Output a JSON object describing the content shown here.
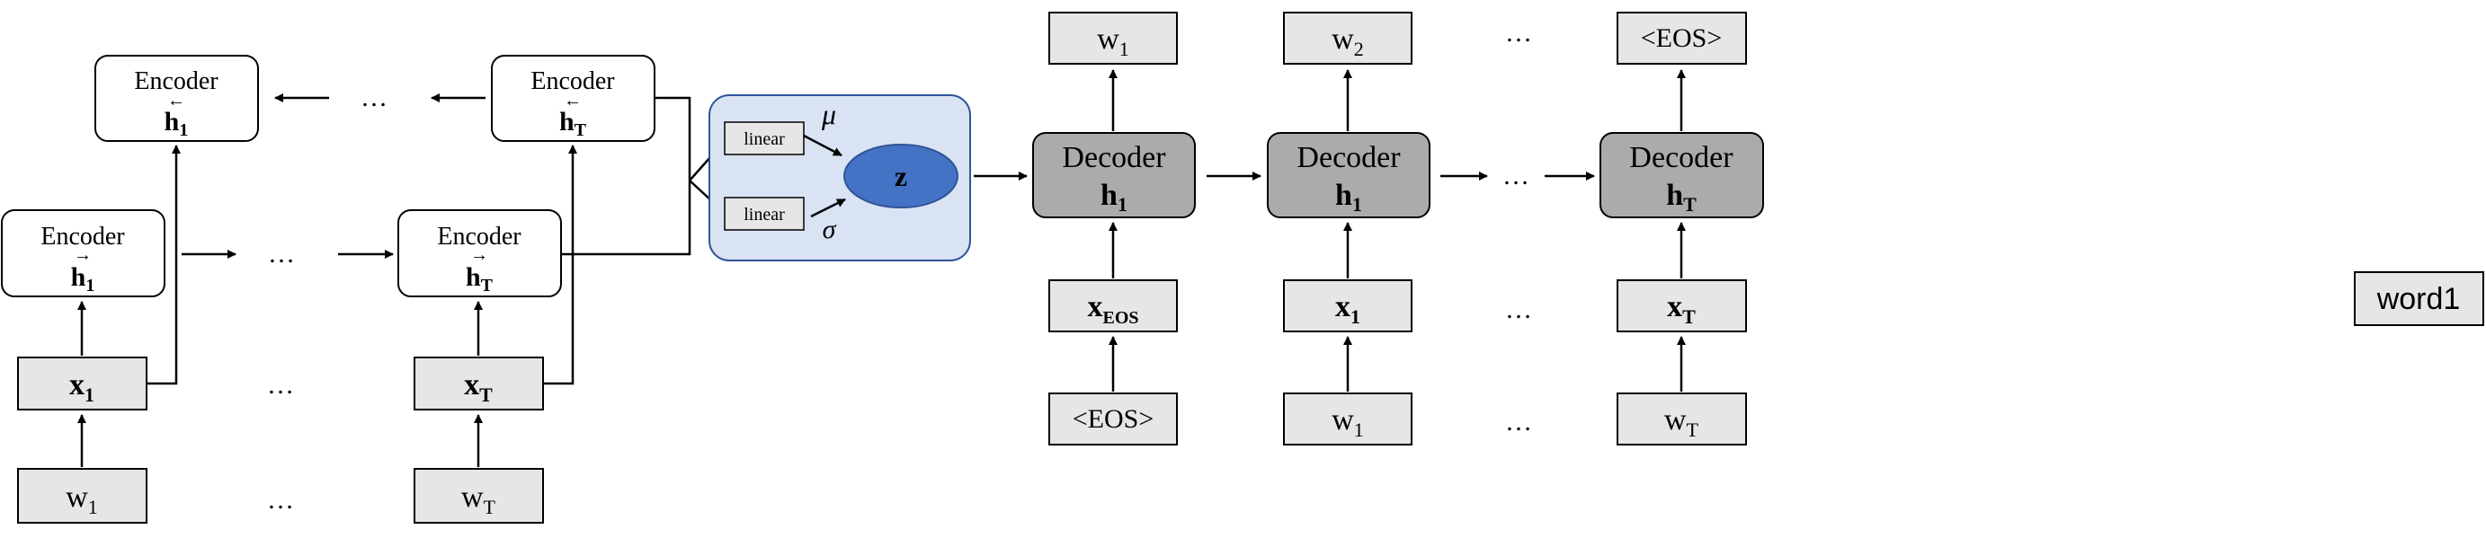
{
  "input_words": [
    {
      "base": "w",
      "sub": "1"
    },
    {
      "base": "w",
      "sub": "T"
    }
  ],
  "input_embeddings": [
    {
      "base": "x",
      "sub": "1"
    },
    {
      "base": "x",
      "sub": "T"
    }
  ],
  "forward_encoders": [
    {
      "title": "Encoder",
      "base": "h",
      "sub": "1",
      "arrow": "→"
    },
    {
      "title": "Encoder",
      "base": "h",
      "sub": "T",
      "arrow": "→"
    }
  ],
  "backward_encoders": [
    {
      "title": "Encoder",
      "base": "h",
      "sub": "1",
      "arrow": "←"
    },
    {
      "title": "Encoder",
      "base": "h",
      "sub": "T",
      "arrow": "←"
    }
  ],
  "ellipsis": "…",
  "latent": {
    "linear_top": "linear",
    "linear_bottom": "linear",
    "mu": "μ",
    "sigma": "σ",
    "z": "z"
  },
  "decoders": [
    {
      "title": "Decoder",
      "base": "h",
      "sub": "1"
    },
    {
      "title": "Decoder",
      "base": "h",
      "sub": "1"
    },
    {
      "title": "Decoder",
      "base": "h",
      "sub": "T"
    }
  ],
  "decoder_outputs": [
    {
      "base": "w",
      "sub": "1"
    },
    {
      "base": "w",
      "sub": "2"
    },
    {
      "base": "<EOS>",
      "sub": ""
    }
  ],
  "decoder_inputs": [
    {
      "base": "x",
      "sub": "EOS"
    },
    {
      "base": "x",
      "sub": "1"
    },
    {
      "base": "x",
      "sub": "T"
    }
  ],
  "decoder_words": [
    {
      "base": "<EOS>",
      "sub": ""
    },
    {
      "base": "w",
      "sub": "1"
    },
    {
      "base": "w",
      "sub": "T"
    }
  ],
  "side_label": "word1",
  "colors": {
    "box_fill": "#e6e6e6",
    "decoder_fill": "#ababab",
    "latent_panel_fill": "#dae3f3",
    "latent_panel_stroke": "#2f5597",
    "z_fill": "#4472c4",
    "z_stroke": "#2f5597",
    "stroke": "#000000"
  }
}
